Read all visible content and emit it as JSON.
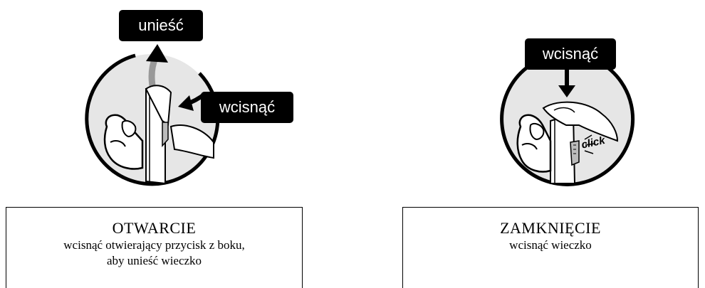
{
  "panels": {
    "open": {
      "label_lift": "unieść",
      "label_press": "wcisnąć",
      "title": "OTWARCIE",
      "description_line1": "wcisnąć otwierający przycisk z boku,",
      "description_line2": "aby unieść wieczko"
    },
    "close": {
      "label_press": "wcisnąć",
      "click_text": "click",
      "title": "ZAMKNIĘCIE",
      "description_line1": "wcisnąć wieczko"
    }
  },
  "colors": {
    "label_background": "#000000",
    "label_text": "#ffffff",
    "circle_fill": "#e6e6e6",
    "outline": "#000000"
  }
}
